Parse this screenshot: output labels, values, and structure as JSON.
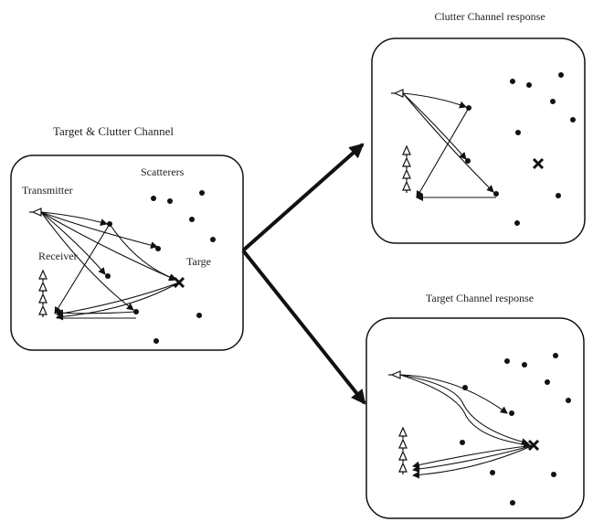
{
  "main_panel": {
    "title": "Target & Clutter Channel",
    "transmitter_label": "Transmitter",
    "scatterers_label": "Scatterers",
    "receiver_label": "Receiver",
    "target_label": "Targe"
  },
  "clutter_panel": {
    "title": "Clutter Channel response"
  },
  "target_panel": {
    "title": "Target Channel response"
  },
  "colors": {
    "ink": "#111111",
    "background": "#ffffff"
  },
  "icons": {
    "transmitter": "antenna-icon",
    "receiver_array": "antenna-array-icon",
    "scatterer": "dot-icon",
    "target": "x-marker-icon"
  }
}
